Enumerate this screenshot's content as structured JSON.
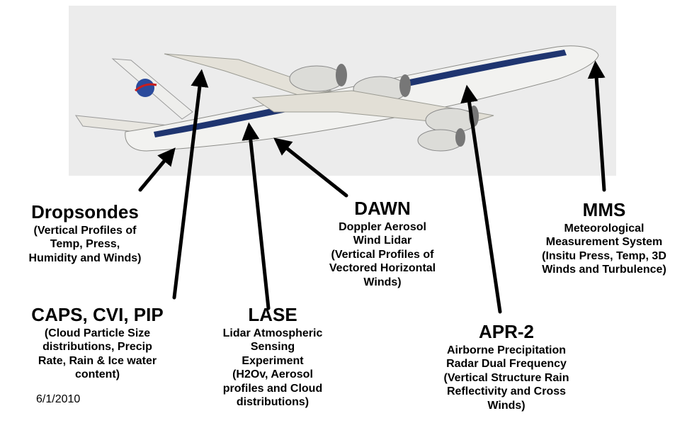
{
  "date": "6/1/2010",
  "labels": {
    "dropsondes": {
      "title": "Dropsondes",
      "lines": [
        "(Vertical Profiles of",
        "Temp, Press,",
        "Humidity and Winds)"
      ]
    },
    "caps": {
      "title": "CAPS, CVI, PIP",
      "lines": [
        "(Cloud Particle Size",
        "distributions, Precip",
        "Rate, Rain & Ice water",
        "content)"
      ]
    },
    "lase": {
      "title": "LASE",
      "lines": [
        "Lidar Atmospheric",
        "Sensing",
        "Experiment",
        "(H2Ov, Aerosol",
        "profiles and Cloud",
        "distributions)"
      ]
    },
    "dawn": {
      "title": "DAWN",
      "lines": [
        "Doppler Aerosol",
        "Wind Lidar",
        "(Vertical Profiles of",
        "Vectored Horizontal",
        "Winds)"
      ]
    },
    "apr2": {
      "title": "APR-2",
      "lines": [
        "Airborne Precipitation",
        "Radar Dual Frequency",
        "(Vertical Structure Rain",
        "Reflectivity and Cross",
        "Winds)"
      ]
    },
    "mms": {
      "title": "MMS",
      "lines": [
        "Meteorological",
        "Measurement System",
        "(Insitu Press, Temp, 3D",
        "Winds and Turbulence)"
      ]
    }
  },
  "colors": {
    "sky": "#ececec",
    "fuselage": "#f2f2f0",
    "stripe": "#1f3570",
    "arrow": "#000000"
  }
}
